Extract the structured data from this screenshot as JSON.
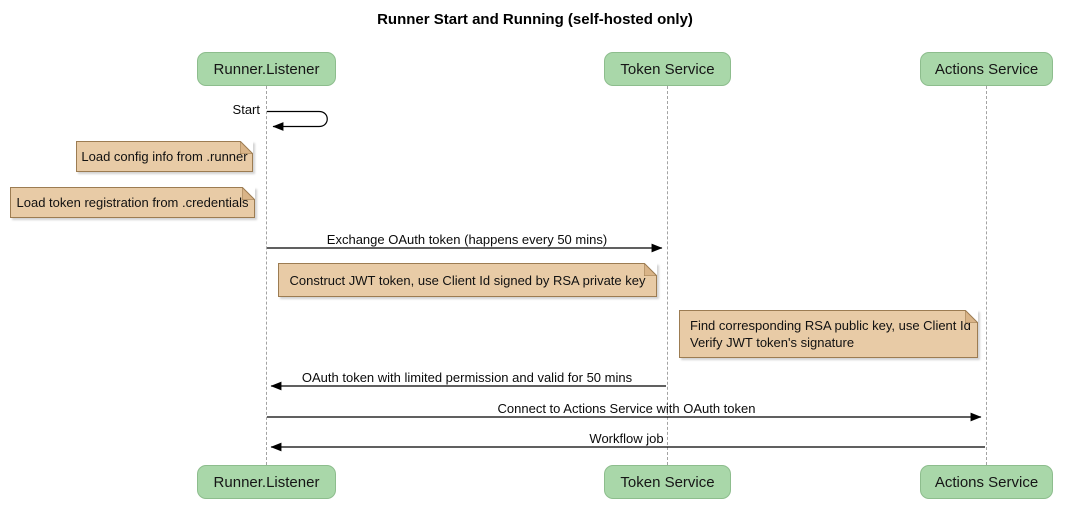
{
  "title": "Runner Start and Running (self-hosted only)",
  "participants": [
    {
      "id": "runner-listener",
      "label": "Runner.Listener"
    },
    {
      "id": "token-service",
      "label": "Token Service"
    },
    {
      "id": "actions-service",
      "label": "Actions Service"
    }
  ],
  "messages": [
    {
      "label": "Start",
      "from": "Runner.Listener",
      "to": "Runner.Listener",
      "type": "self"
    },
    {
      "label": "Exchange OAuth token (happens every 50 mins)",
      "from": "Runner.Listener",
      "to": "Token Service",
      "type": "solid-right"
    },
    {
      "label": "OAuth token with limited permission and valid for 50 mins",
      "from": "Token Service",
      "to": "Runner.Listener",
      "type": "solid-left"
    },
    {
      "label": "Connect to Actions Service with OAuth token",
      "from": "Runner.Listener",
      "to": "Actions Service",
      "type": "solid-right"
    },
    {
      "label": "Workflow job",
      "from": "Actions Service",
      "to": "Runner.Listener",
      "type": "solid-left"
    }
  ],
  "notes": [
    {
      "label": "Load config info from .runner",
      "position": "left of Runner.Listener"
    },
    {
      "label": "Load token registration from .credentials",
      "position": "left of Runner.Listener"
    },
    {
      "label": "Construct JWT token, use Client Id signed by RSA private key",
      "position": "between Runner.Listener and Token Service"
    },
    {
      "lines": [
        "Find corresponding RSA public key, use Client Id",
        "Verify JWT token's signature"
      ],
      "position": "left of Actions Service"
    }
  ],
  "colors": {
    "participant_fill": "#a9d7a9",
    "participant_border": "#8dbd8d",
    "note_fill": "#e8cba6",
    "note_fold": "#d9b488",
    "note_border": "#9c7c52",
    "lifeline": "#a3a3a3",
    "arrow": "#000000",
    "background": "#ffffff"
  }
}
